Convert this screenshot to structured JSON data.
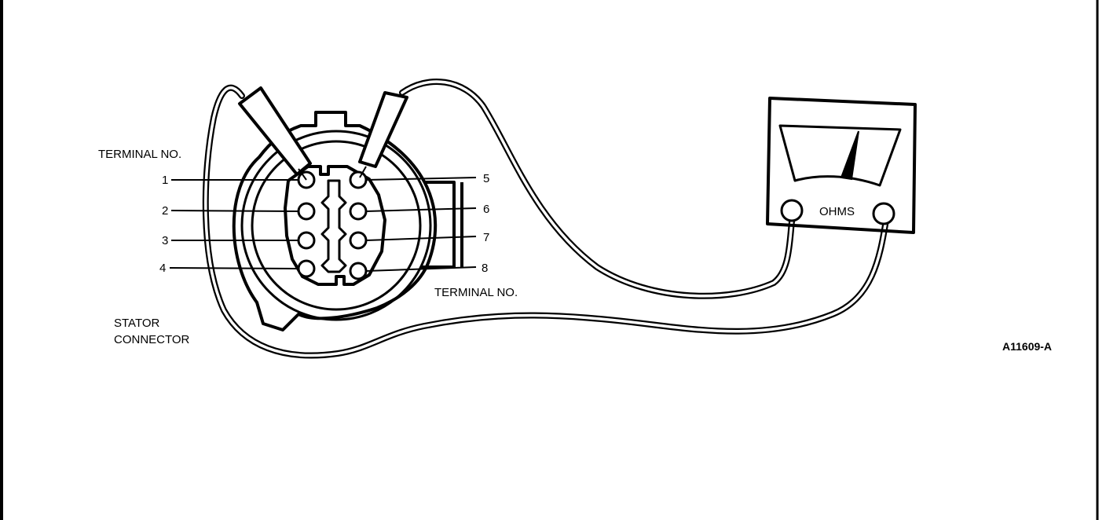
{
  "labels": {
    "terminal_no_left": "TERMINAL NO.",
    "terminal_no_right": "TERMINAL NO.",
    "stator_line1": "STATOR",
    "stator_line2": "CONNECTOR",
    "meter": "OHMS",
    "figure_id": "A11609-A"
  },
  "terminals": [
    "1",
    "2",
    "3",
    "4",
    "5",
    "6",
    "7",
    "8"
  ]
}
